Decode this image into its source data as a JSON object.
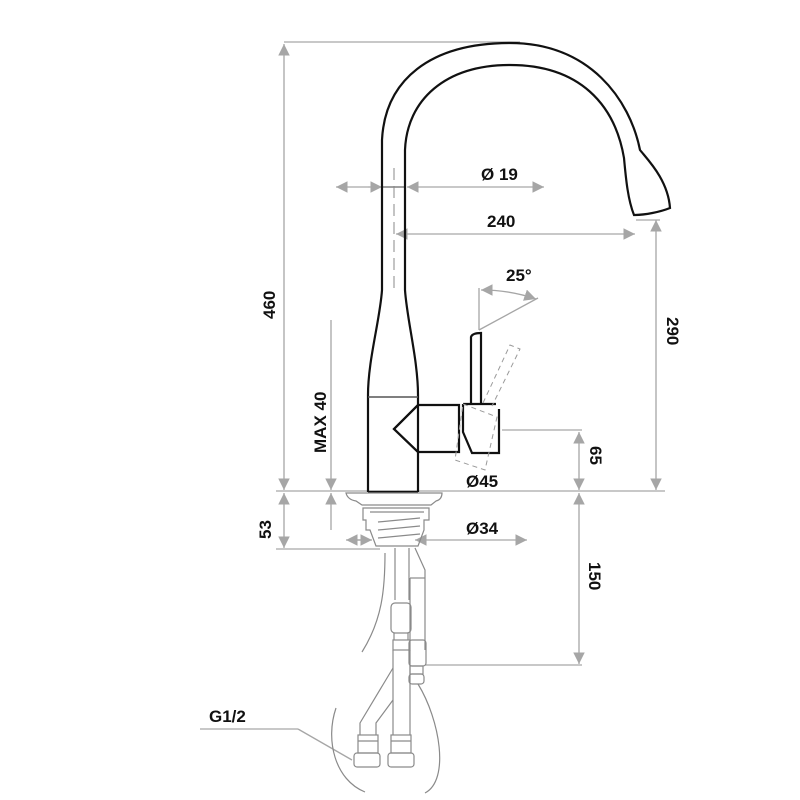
{
  "diagram": {
    "subject": "kitchen faucet technical dimension drawing",
    "colors": {
      "outline": "#111111",
      "dimension": "#a6a6a6",
      "hidden": "#9a9a9a",
      "background": "#ffffff"
    },
    "dimensions": {
      "total_height": "460",
      "spout_diameter": "Ø 19",
      "spout_reach": "240",
      "lever_angle": "25°",
      "spout_clearance": "290",
      "max_deck_thickness": "MAX 40",
      "handle_height": "65",
      "body_diameter": "Ø45",
      "base_height": "53",
      "shank_diameter": "Ø34",
      "hose_length": "150",
      "connection_thread": "G1/2"
    }
  }
}
